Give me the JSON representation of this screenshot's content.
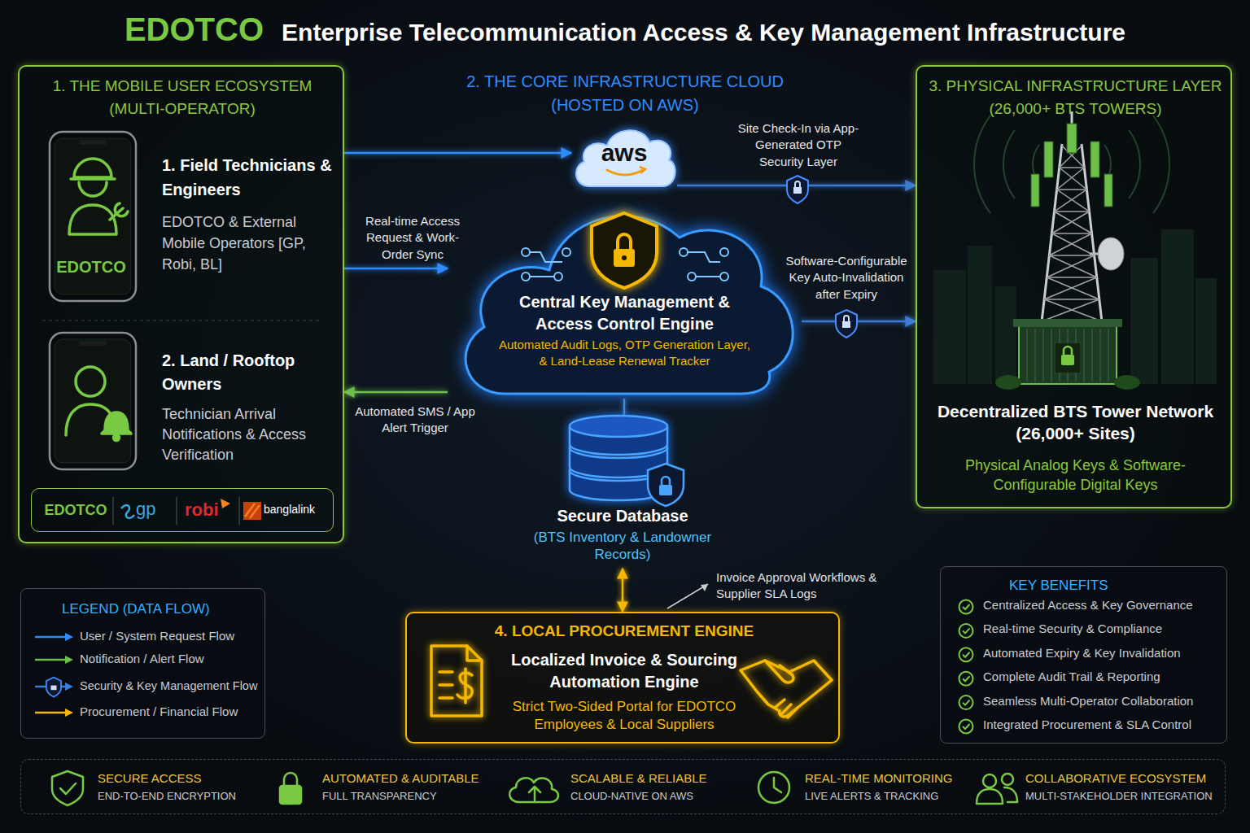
{
  "diagram": {
    "title": "Enterprise Telecommunication Access & Key Management Infrastructure",
    "nodes": [
      {
        "text": [
          "1. THE MOBILE USER ECOSYSTEM (MULTI-OPERATOR)"
        ]
      },
      {
        "text": [
          "1. Field Technicians & Engineers",
          "EDOTCO & External Mobile Operators [GP, Robi, BL]"
        ],
        "in": 0
      },
      {
        "text": [
          "2. Land / Rooftop Owners",
          "Technician Arrival Notifications & Access Verification"
        ],
        "in": 0
      },
      {
        "text": [
          "EDOTCO",
          "gp",
          "robi",
          "banglalink"
        ],
        "in": 0
      },
      {
        "text": [
          "aws"
        ]
      },
      {
        "text": [
          "Central Key Management & Access Control Engine",
          "Automated Audit Logs, OTP Generation Layer, & Land-Lease Renewal Tracker"
        ]
      },
      {
        "text": [
          "Secure Database",
          "(BTS Inventory & Landowner Records)"
        ]
      },
      {
        "text": [
          "3. PHYSICAL INFRASTRUCTURE LAYER (26,000+ BTS TOWERS)",
          "Decentralized BTS Tower Network (26,000+ Sites)",
          "Physical Analog Keys & Software-Configurable Digital Keys"
        ]
      },
      {
        "text": [
          "4. LOCAL PROCUREMENT ENGINE",
          "Localized Invoice & Sourcing Automation Engine",
          "Strict Two-Sided Portal for EDOTCO Employees & Local Suppliers"
        ]
      },
      {
        "text": [
          "KEY BENEFITS",
          "Centralized Access & Key Governance",
          "Real-time Security & Compliance",
          "Automated Expiry & Key Invalidation",
          "Complete Audit Trail & Reporting",
          "Seamless Multi-Operator Collaboration",
          "Integrated Procurement & SLA Control"
        ]
      },
      {
        "text": [
          "SECURE ACCESS",
          "END-TO-END ENCRYPTION",
          "AUTOMATED & AUDITABLE",
          "FULL TRANSPARENCY",
          "SCALABLE & RELIABLE",
          "CLOUD-NATIVE ON AWS",
          "REAL-TIME MONITORING",
          "LIVE ALERTS & TRACKING",
          "COLLABORATIVE ECOSYSTEM",
          "MULTI-STAKEHOLDER INTEGRATION"
        ]
      }
    ],
    "edges": [
      {
        "from": 0,
        "to": 4,
        "arrow": "to"
      },
      {
        "from": 0,
        "to": 5,
        "label": "Real-time Access Request & Work-Order Sync",
        "arrow": "to"
      },
      {
        "from": 5,
        "to": 0,
        "label": "Automated SMS / App Alert Trigger",
        "arrow": "to"
      },
      {
        "from": 4,
        "to": 7,
        "label": "Site Check-In via App-Generated OTP Security Layer",
        "arrow": "to"
      },
      {
        "from": 5,
        "to": 7,
        "label": "Software-Configurable Key Auto-Invalidation after Expiry",
        "arrow": "to"
      },
      {
        "from": 5,
        "to": 6,
        "arrow": "none"
      },
      {
        "from": 6,
        "to": 8,
        "arrow": "both"
      }
    ],
    "labels": [
      "EDOTCO",
      "2. THE CORE INFRASTRUCTURE CLOUD (HOSTED ON AWS)",
      "EDOTCO",
      "Invoice Approval Workflows & Supplier SLA Logs",
      "LEGEND (DATA FLOW)"
    ],
    "legend": [
      {
        "text": "User / System Request Flow"
      },
      {
        "text": "Notification / Alert Flow"
      },
      {
        "text": "Security & Key Management Flow"
      },
      {
        "text": "Procurement / Financial Flow"
      }
    ]
  }
}
